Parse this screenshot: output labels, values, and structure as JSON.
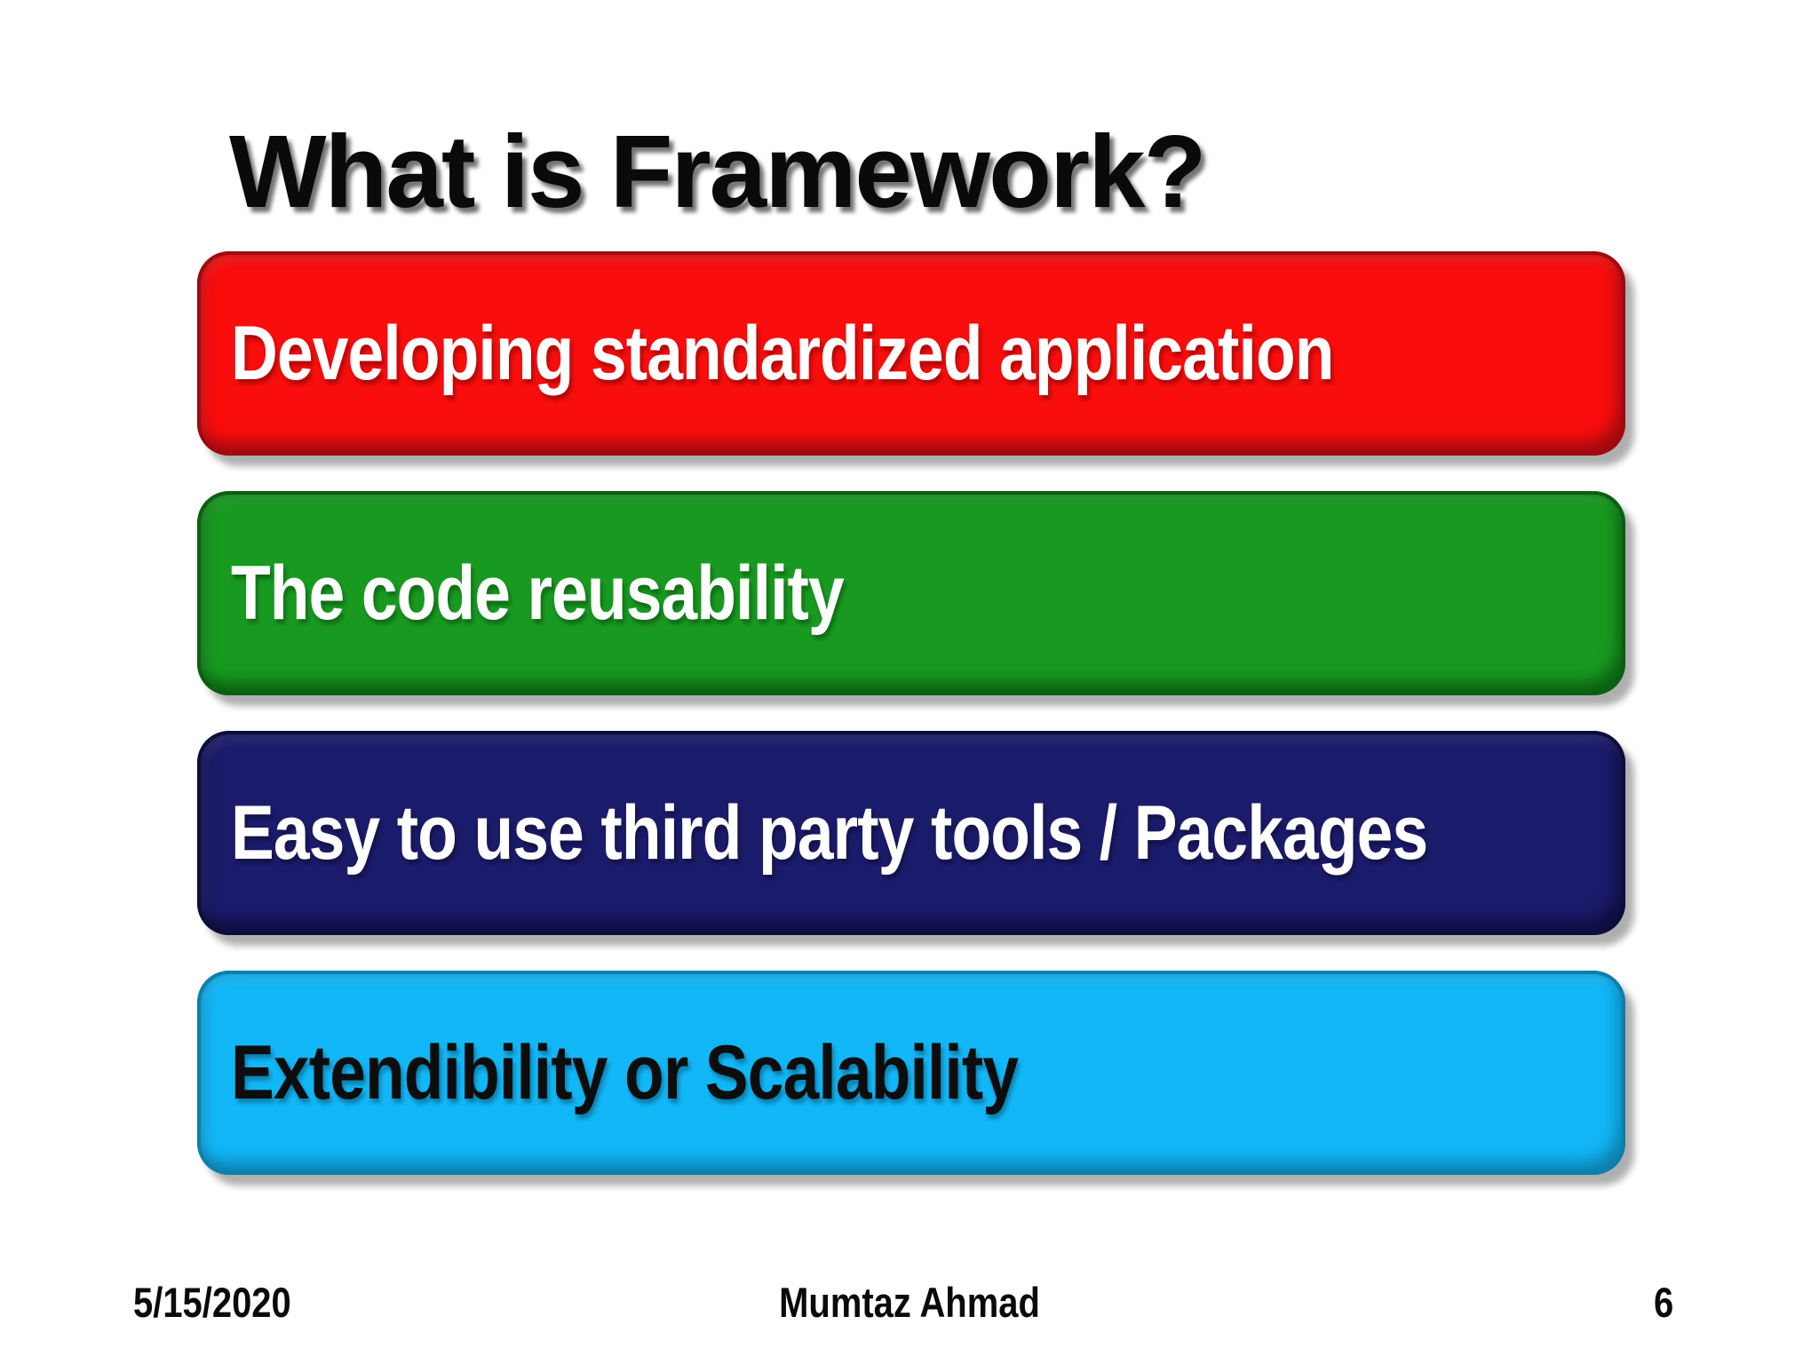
{
  "slide": {
    "title": "What is Framework?",
    "bars": [
      {
        "label": "Developing standardized application",
        "fill": "#f90d0d",
        "edge": "#9e0a10",
        "text_color": "#ffffff"
      },
      {
        "label": "The code reusability",
        "fill": "#189a20",
        "edge": "#0b5f11",
        "text_color": "#ffffff"
      },
      {
        "label": "Easy to use third party tools / Packages",
        "fill": "#1b1b6b",
        "edge": "#0d0d3c",
        "text_color": "#ffffff"
      },
      {
        "label": "Extendibility or Scalability",
        "fill": "#12b7f7",
        "edge": "#0c7fae",
        "text_color": "#0d0d0d"
      }
    ],
    "footer": {
      "date": "5/15/2020",
      "author": "Mumtaz Ahmad",
      "page_number": "6"
    }
  }
}
